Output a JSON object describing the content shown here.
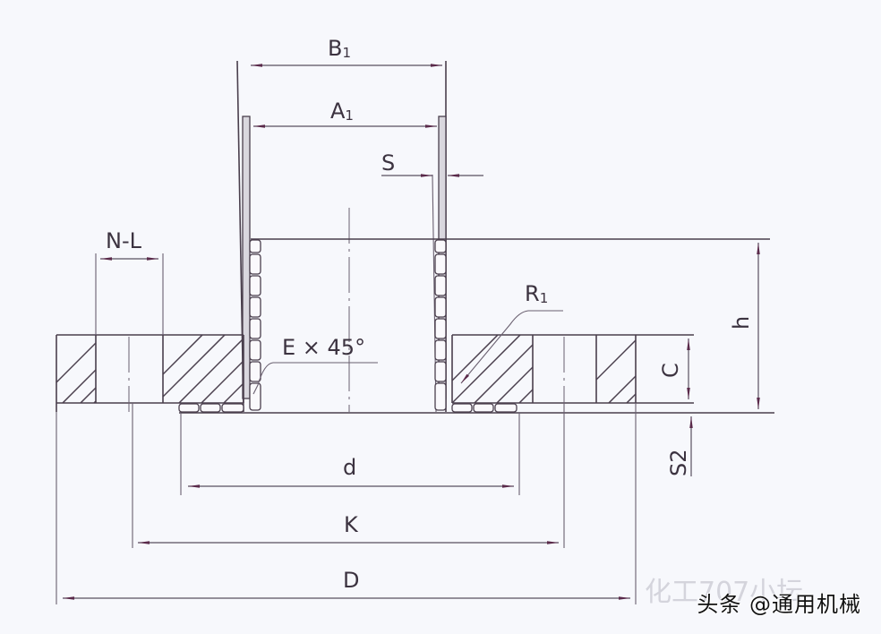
{
  "drawing": {
    "title": "Slip-on welded flange cross-section",
    "labels": {
      "B1": "B",
      "B1_sub": "1",
      "A1": "A",
      "A1_sub": "1",
      "S": "S",
      "NL": "N-L",
      "h": "h",
      "C": "C",
      "S2": "S2",
      "R1": "R",
      "R1_sub": "1",
      "chamfer": "E × 45°",
      "d": "d",
      "K": "K",
      "D": "D"
    },
    "colors": {
      "background": "#f7f8fc",
      "line": "#4a3f4d",
      "arrow": "#5a2a4a"
    }
  },
  "watermark": {
    "text": "头条 @通用机械",
    "ghost_text": "化工707小坛"
  }
}
